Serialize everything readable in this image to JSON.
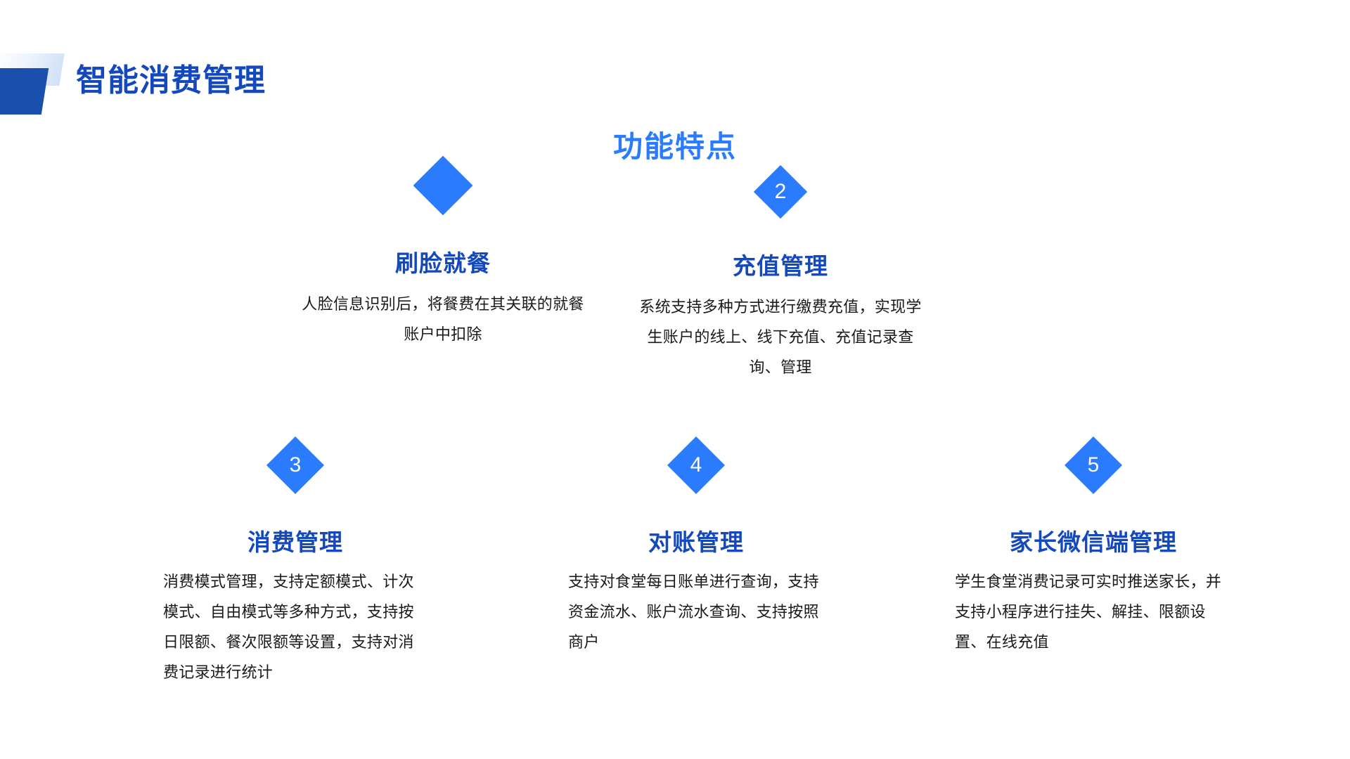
{
  "page": {
    "title": "智能消费管理",
    "section_heading": "功能特点",
    "accent_bright": "#2b7bff",
    "accent_deep": "#1349bd",
    "deco_dark": "#1b4fad",
    "body_text_color": "#1a1a1a",
    "background": "#ffffff"
  },
  "features": [
    {
      "number": "",
      "title": "刷脸就餐",
      "desc": "人脸信息识别后，将餐费在其关联的就餐账户中扣除"
    },
    {
      "number": "2",
      "title": "充值管理",
      "desc": "系统支持多种方式进行缴费充值，实现学生账户的线上、线下充值、充值记录查询、管理"
    },
    {
      "number": "3",
      "title": "消费管理",
      "desc": "消费模式管理，支持定额模式、计次模式、自由模式等多种方式，支持按日限额、餐次限额等设置，支持对消费记录进行统计"
    },
    {
      "number": "4",
      "title": "对账管理",
      "desc": "支持对食堂每日账单进行查询，支持资金流水、账户流水查询、支持按照商户"
    },
    {
      "number": "5",
      "title": "家长微信端管理",
      "desc": "学生食堂消费记录可实时推送家长，并支持小程序进行挂失、解挂、限额设置、在线充值"
    }
  ]
}
